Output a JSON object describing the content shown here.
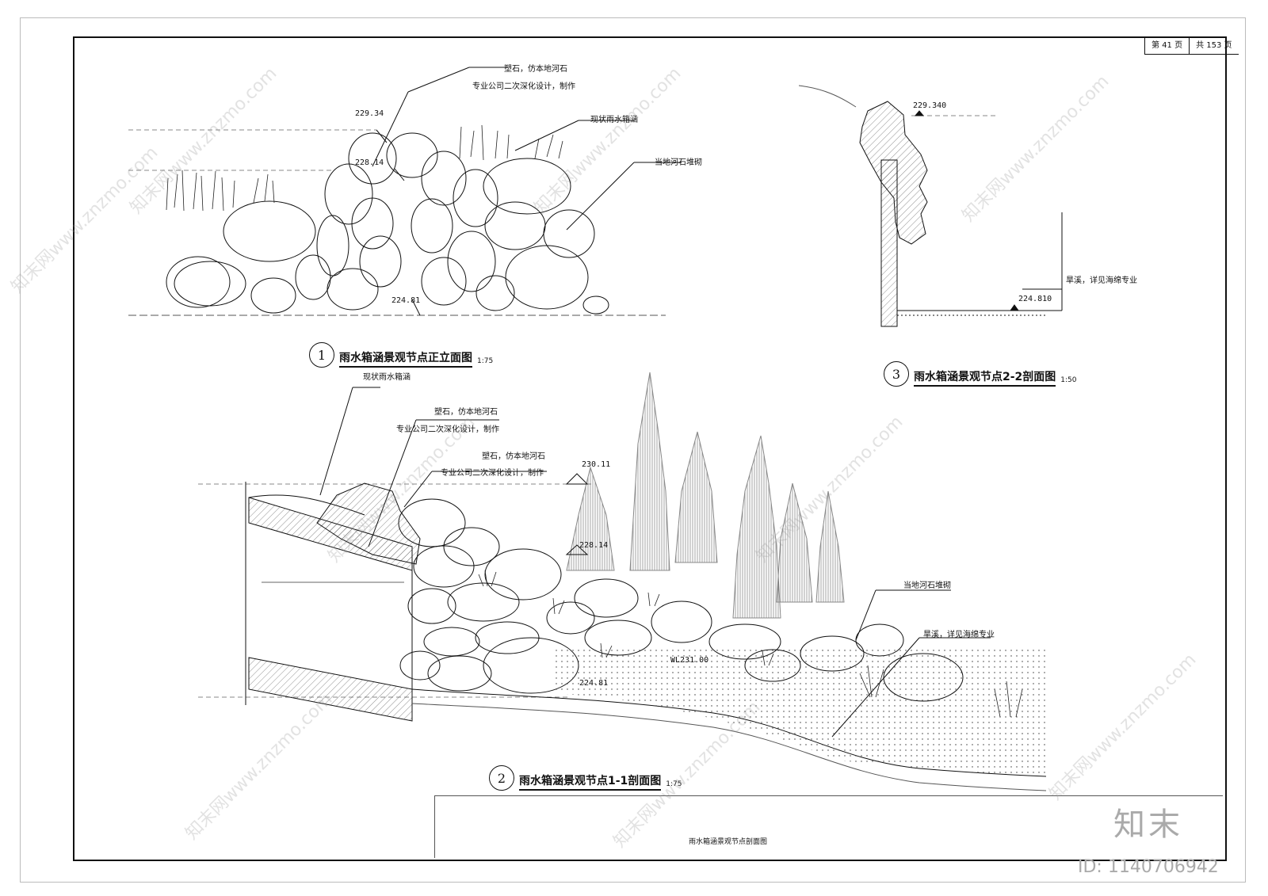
{
  "page": {
    "current": "第 41 页",
    "total": "共 153 页"
  },
  "sheet_title": "雨水箱涵景观节点剖面图",
  "views": [
    {
      "num": "1",
      "title": "雨水箱涵景观节点正立面图",
      "scale": "1:75"
    },
    {
      "num": "2",
      "title": "雨水箱涵景观节点1-1剖面图",
      "scale": "1:75"
    },
    {
      "num": "3",
      "title": "雨水箱涵景观节点2-2剖面图",
      "scale": "1:50"
    }
  ],
  "view1": {
    "note_rock_1": "塑石，仿本地河石",
    "note_rock_2": "专业公司二次深化设计，制作",
    "note_culvert": "现状雨水箱涵",
    "note_local": "当地河石堆砌",
    "elev_top": "229.34",
    "elev_mid": "228.14",
    "elev_base": "224.81"
  },
  "view2": {
    "note_culvert": "现状雨水箱涵",
    "note_rock_a1": "塑石，仿本地河石",
    "note_rock_a2": "专业公司二次深化设计，制作",
    "note_rock_b1": "塑石，仿本地河石",
    "note_rock_b2": "专业公司二次深化设计，制作",
    "elev_top": "230.11",
    "elev_mid": "228.14",
    "elev_wl": "WL231.00",
    "elev_base": "224.81",
    "note_local": "当地河石堆砌",
    "note_dry": "旱溪，详见海绵专业"
  },
  "view3": {
    "elev_top": "229.340",
    "elev_base": "224.810",
    "note_dry": "旱溪，详见海绵专业"
  },
  "brand": "知末",
  "id_text": "ID: 1140706942",
  "watermark": "知末网www.znzmo.com"
}
